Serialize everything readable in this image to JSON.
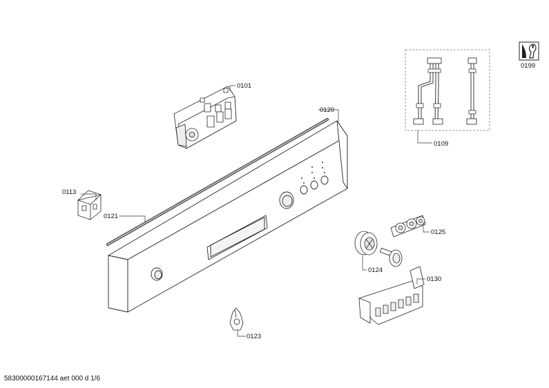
{
  "diagram": {
    "labels": {
      "p0101": "0101",
      "p0109": "0109",
      "p0113": "0113",
      "p0120": "0120",
      "p0121": "0121",
      "p0123": "0123",
      "p0124": "0124",
      "p0125": "0125",
      "p0130": "0130",
      "p0199": "0199"
    },
    "icons": {
      "service_tool": "wrench-icon"
    }
  },
  "footer": {
    "document_code": "58300000167144 aet 000 d 1/6"
  }
}
